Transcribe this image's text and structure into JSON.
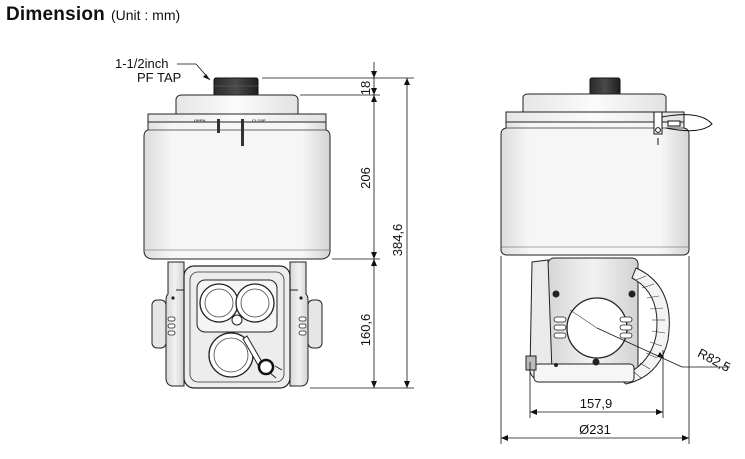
{
  "header": {
    "title": "Dimension",
    "unit": "(Unit : mm)"
  },
  "callout": {
    "line1": "1-1/2inch",
    "line2": "PF TAP"
  },
  "front_view": {
    "badge_left": "OPEN",
    "badge_right": "CLOSE"
  },
  "dimensions": {
    "cap_height": "18",
    "housing_height": "206",
    "total_height": "384,6",
    "lower_height": "160,6",
    "side_width": "157,9",
    "housing_diameter": "Ø231",
    "radius": "R82,5"
  }
}
